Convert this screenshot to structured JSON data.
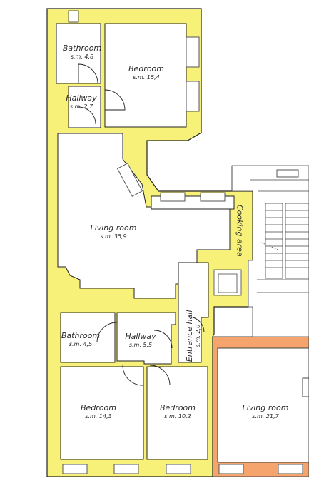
{
  "plan": {
    "colors": {
      "wall_fill": "#f7f17a",
      "wall_line": "#222222",
      "neighbor_fill": "#f4a46c",
      "window": "#6b6b6b",
      "room": "#ffffff"
    },
    "rooms": [
      {
        "id": "bathroom-1",
        "name": "Bathroom",
        "area": "s.m. 4,8"
      },
      {
        "id": "bedroom-1",
        "name": "Bedroom",
        "area": "s.m. 15,4"
      },
      {
        "id": "hallway-1",
        "name": "Hallway",
        "area": "s.m. 2,7"
      },
      {
        "id": "living-room",
        "name": "Living room",
        "area": "s.m. 35,9"
      },
      {
        "id": "cooking-area",
        "name": "Cooking area",
        "area": ""
      },
      {
        "id": "entrance-hall",
        "name": "Entrance hall",
        "area": "s.m. 2,0"
      },
      {
        "id": "bathroom-2",
        "name": "Bathroom",
        "area": "s.m. 4,5"
      },
      {
        "id": "hallway-2",
        "name": "Hallway",
        "area": "s.m. 5,5"
      },
      {
        "id": "bedroom-2",
        "name": "Bedroom",
        "area": "s.m. 14,3"
      },
      {
        "id": "bedroom-3",
        "name": "Bedroom",
        "area": "s.m. 10,2"
      },
      {
        "id": "living-room-2",
        "name": "Living room",
        "area": "s.m. 21,7"
      }
    ]
  }
}
